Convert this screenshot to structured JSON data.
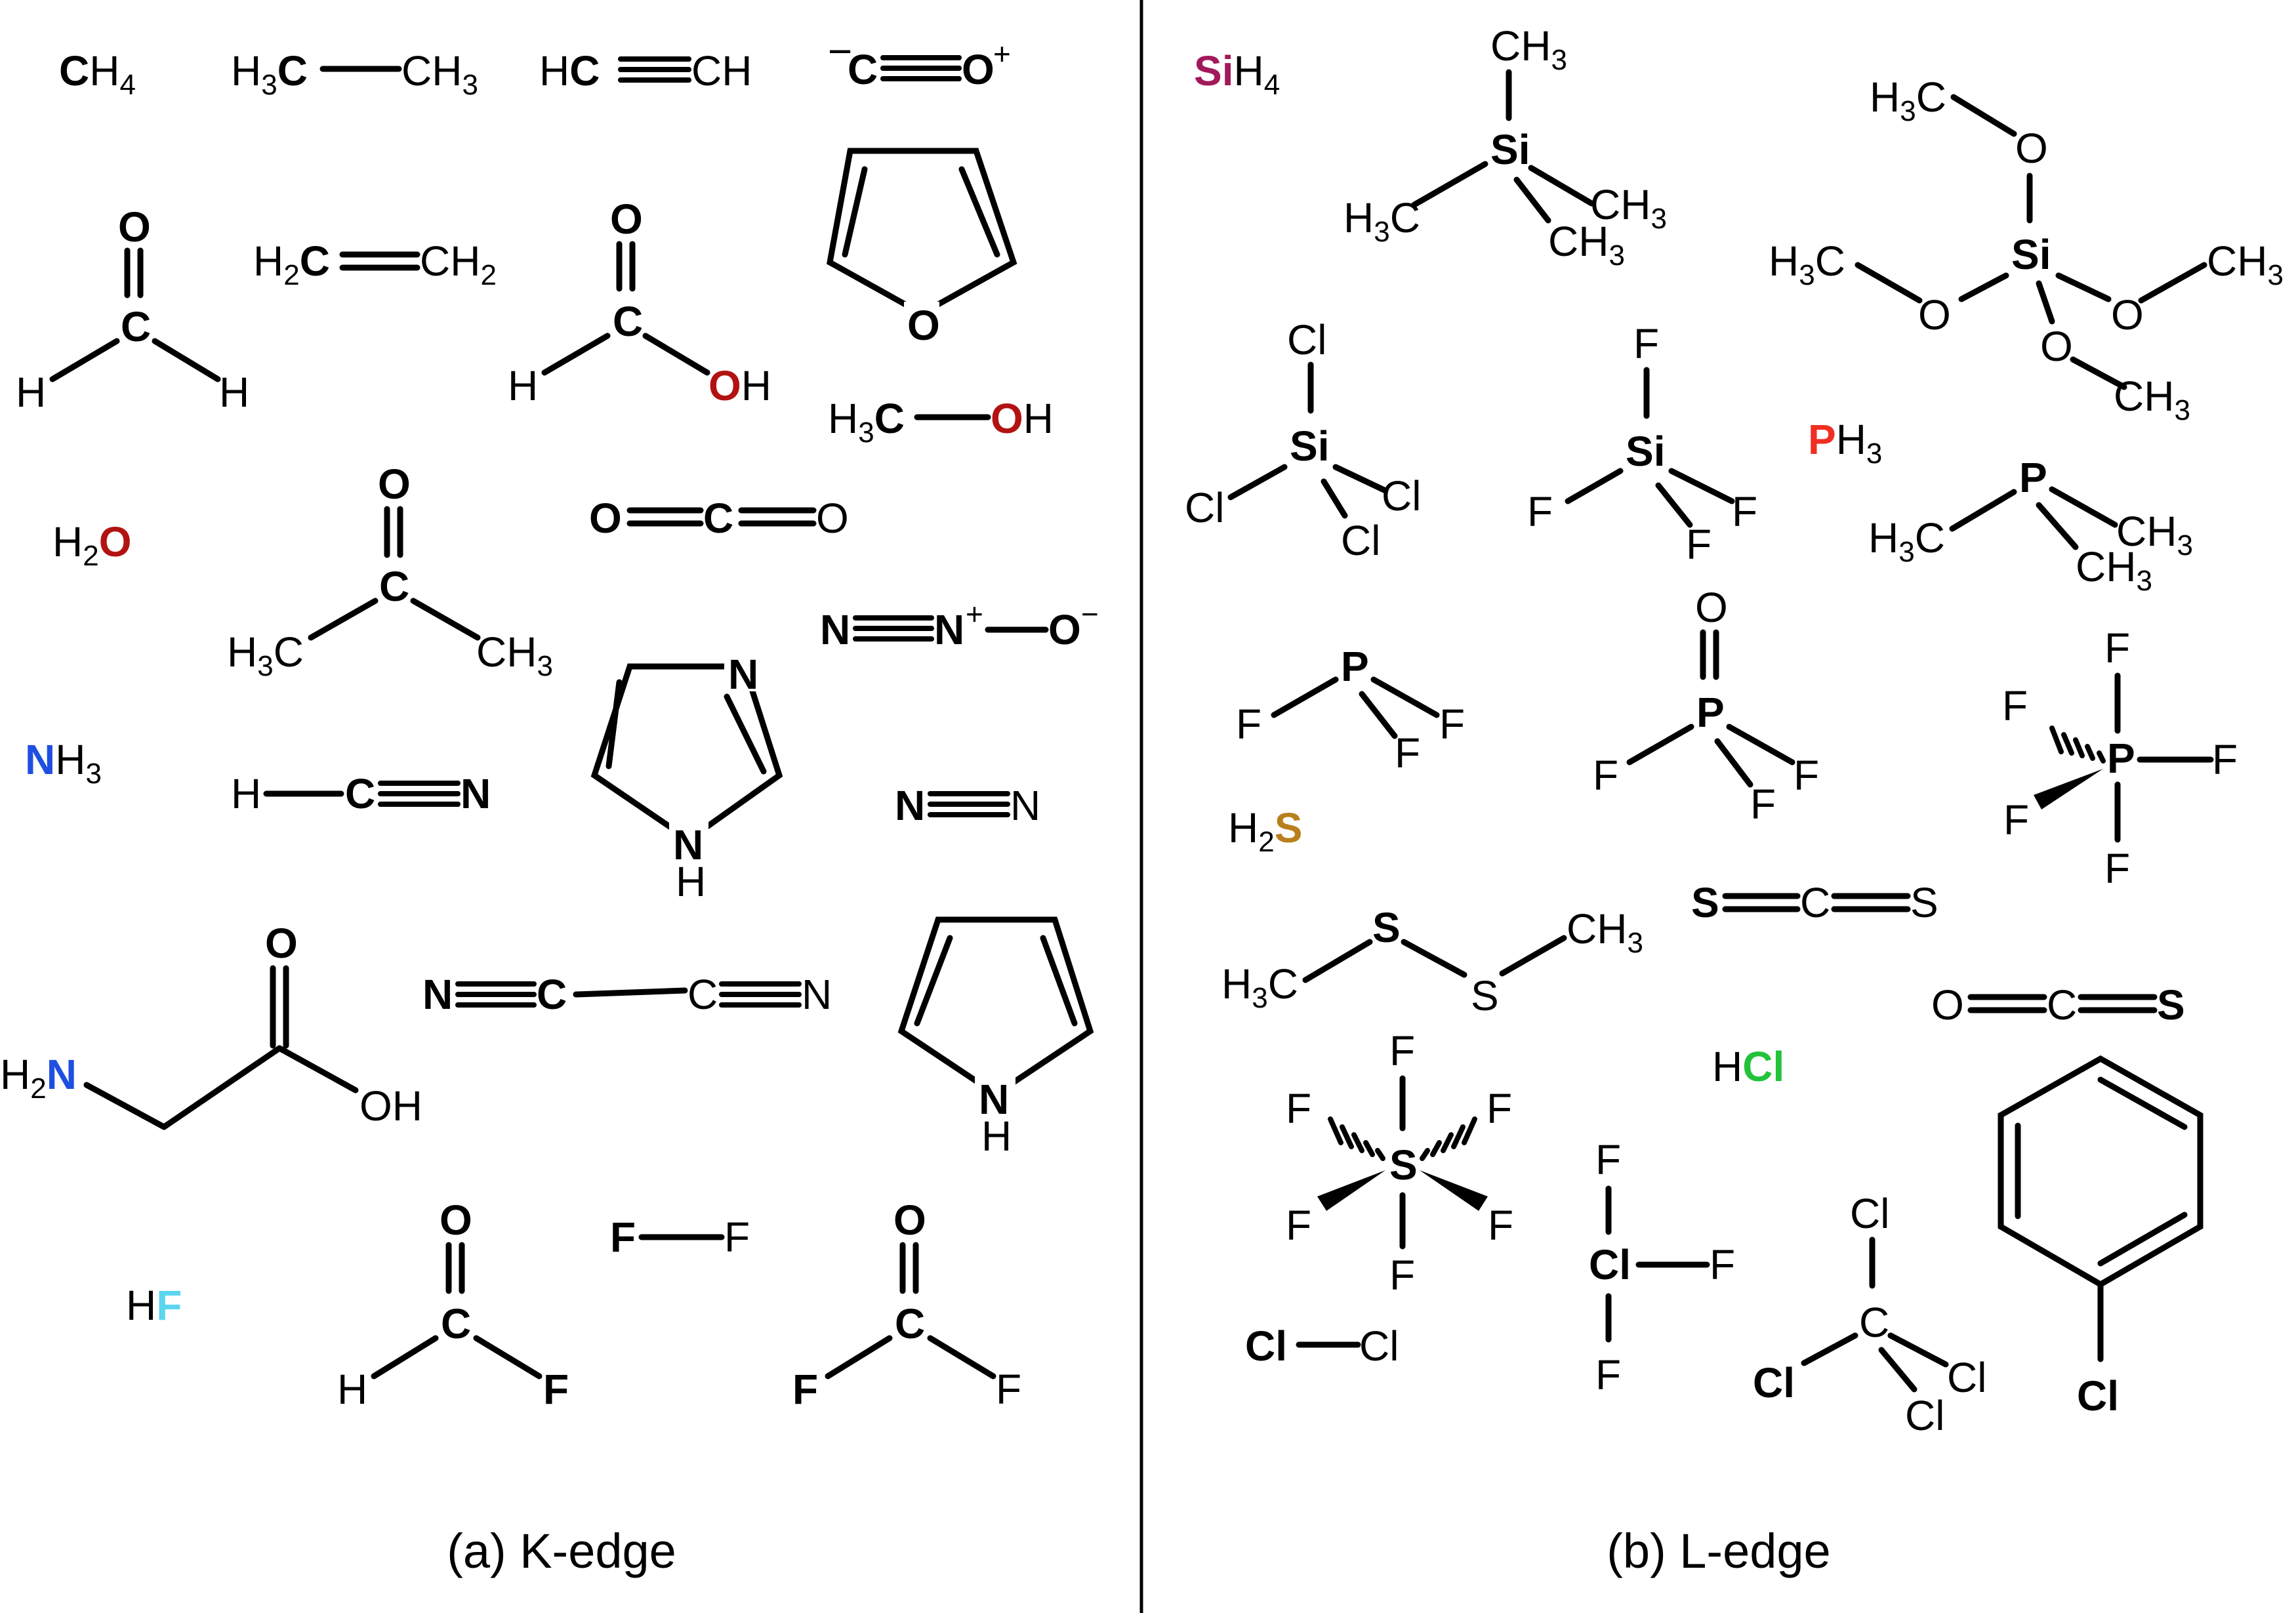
{
  "colors": {
    "C": "#000000",
    "O": "#b31212",
    "N": "#1f4fe0",
    "F": "#5ad6f0",
    "Si": "#a2195a",
    "P": "#f02e22",
    "S": "#b8801c",
    "Cl": "#22c23a"
  },
  "panels": [
    {
      "caption": "(a) K-edge"
    },
    {
      "caption": "(b) L-edge"
    }
  ],
  "atoms": {
    "C": "C",
    "H": "H",
    "O": "O",
    "N": "N",
    "F": "F",
    "Si": "Si",
    "P": "P",
    "S": "S",
    "Cl": "Cl",
    "CH3": "CH",
    "H3C_H": "H",
    "plus": "+",
    "minus": "−",
    "n2": "2",
    "n3": "3",
    "n4": "4",
    "OH": "OH"
  },
  "molecules_k_edge": [
    "methane",
    "ethane",
    "ethyne",
    "carbon-monoxide",
    "furan",
    "formaldehyde",
    "ethene",
    "formic-acid",
    "methanol",
    "water",
    "acetone",
    "carbon-dioxide",
    "nitrous-oxide",
    "ammonia",
    "hydrogen-cyanide",
    "imidazole",
    "nitrogen",
    "glycine",
    "cyanogen",
    "pyrrole",
    "hydrogen-fluoride",
    "formyl-fluoride",
    "fluorine",
    "carbonyl-fluoride"
  ],
  "molecules_l_edge": [
    "silane",
    "tetramethylsilane",
    "tetramethoxysilane",
    "silicon-tetrachloride",
    "silicon-tetrafluoride",
    "phosphine",
    "trimethylphosphine",
    "phosphorus-trifluoride",
    "phosphoryl-fluoride",
    "phosphorus-pentafluoride",
    "hydrogen-sulfide",
    "carbon-disulfide",
    "dimethyl-disulfide",
    "carbonyl-sulfide",
    "hydrogen-chloride",
    "sulfur-hexafluoride",
    "chlorine-trifluoride",
    "chlorine",
    "carbon-tetrachloride",
    "chlorobenzene"
  ]
}
